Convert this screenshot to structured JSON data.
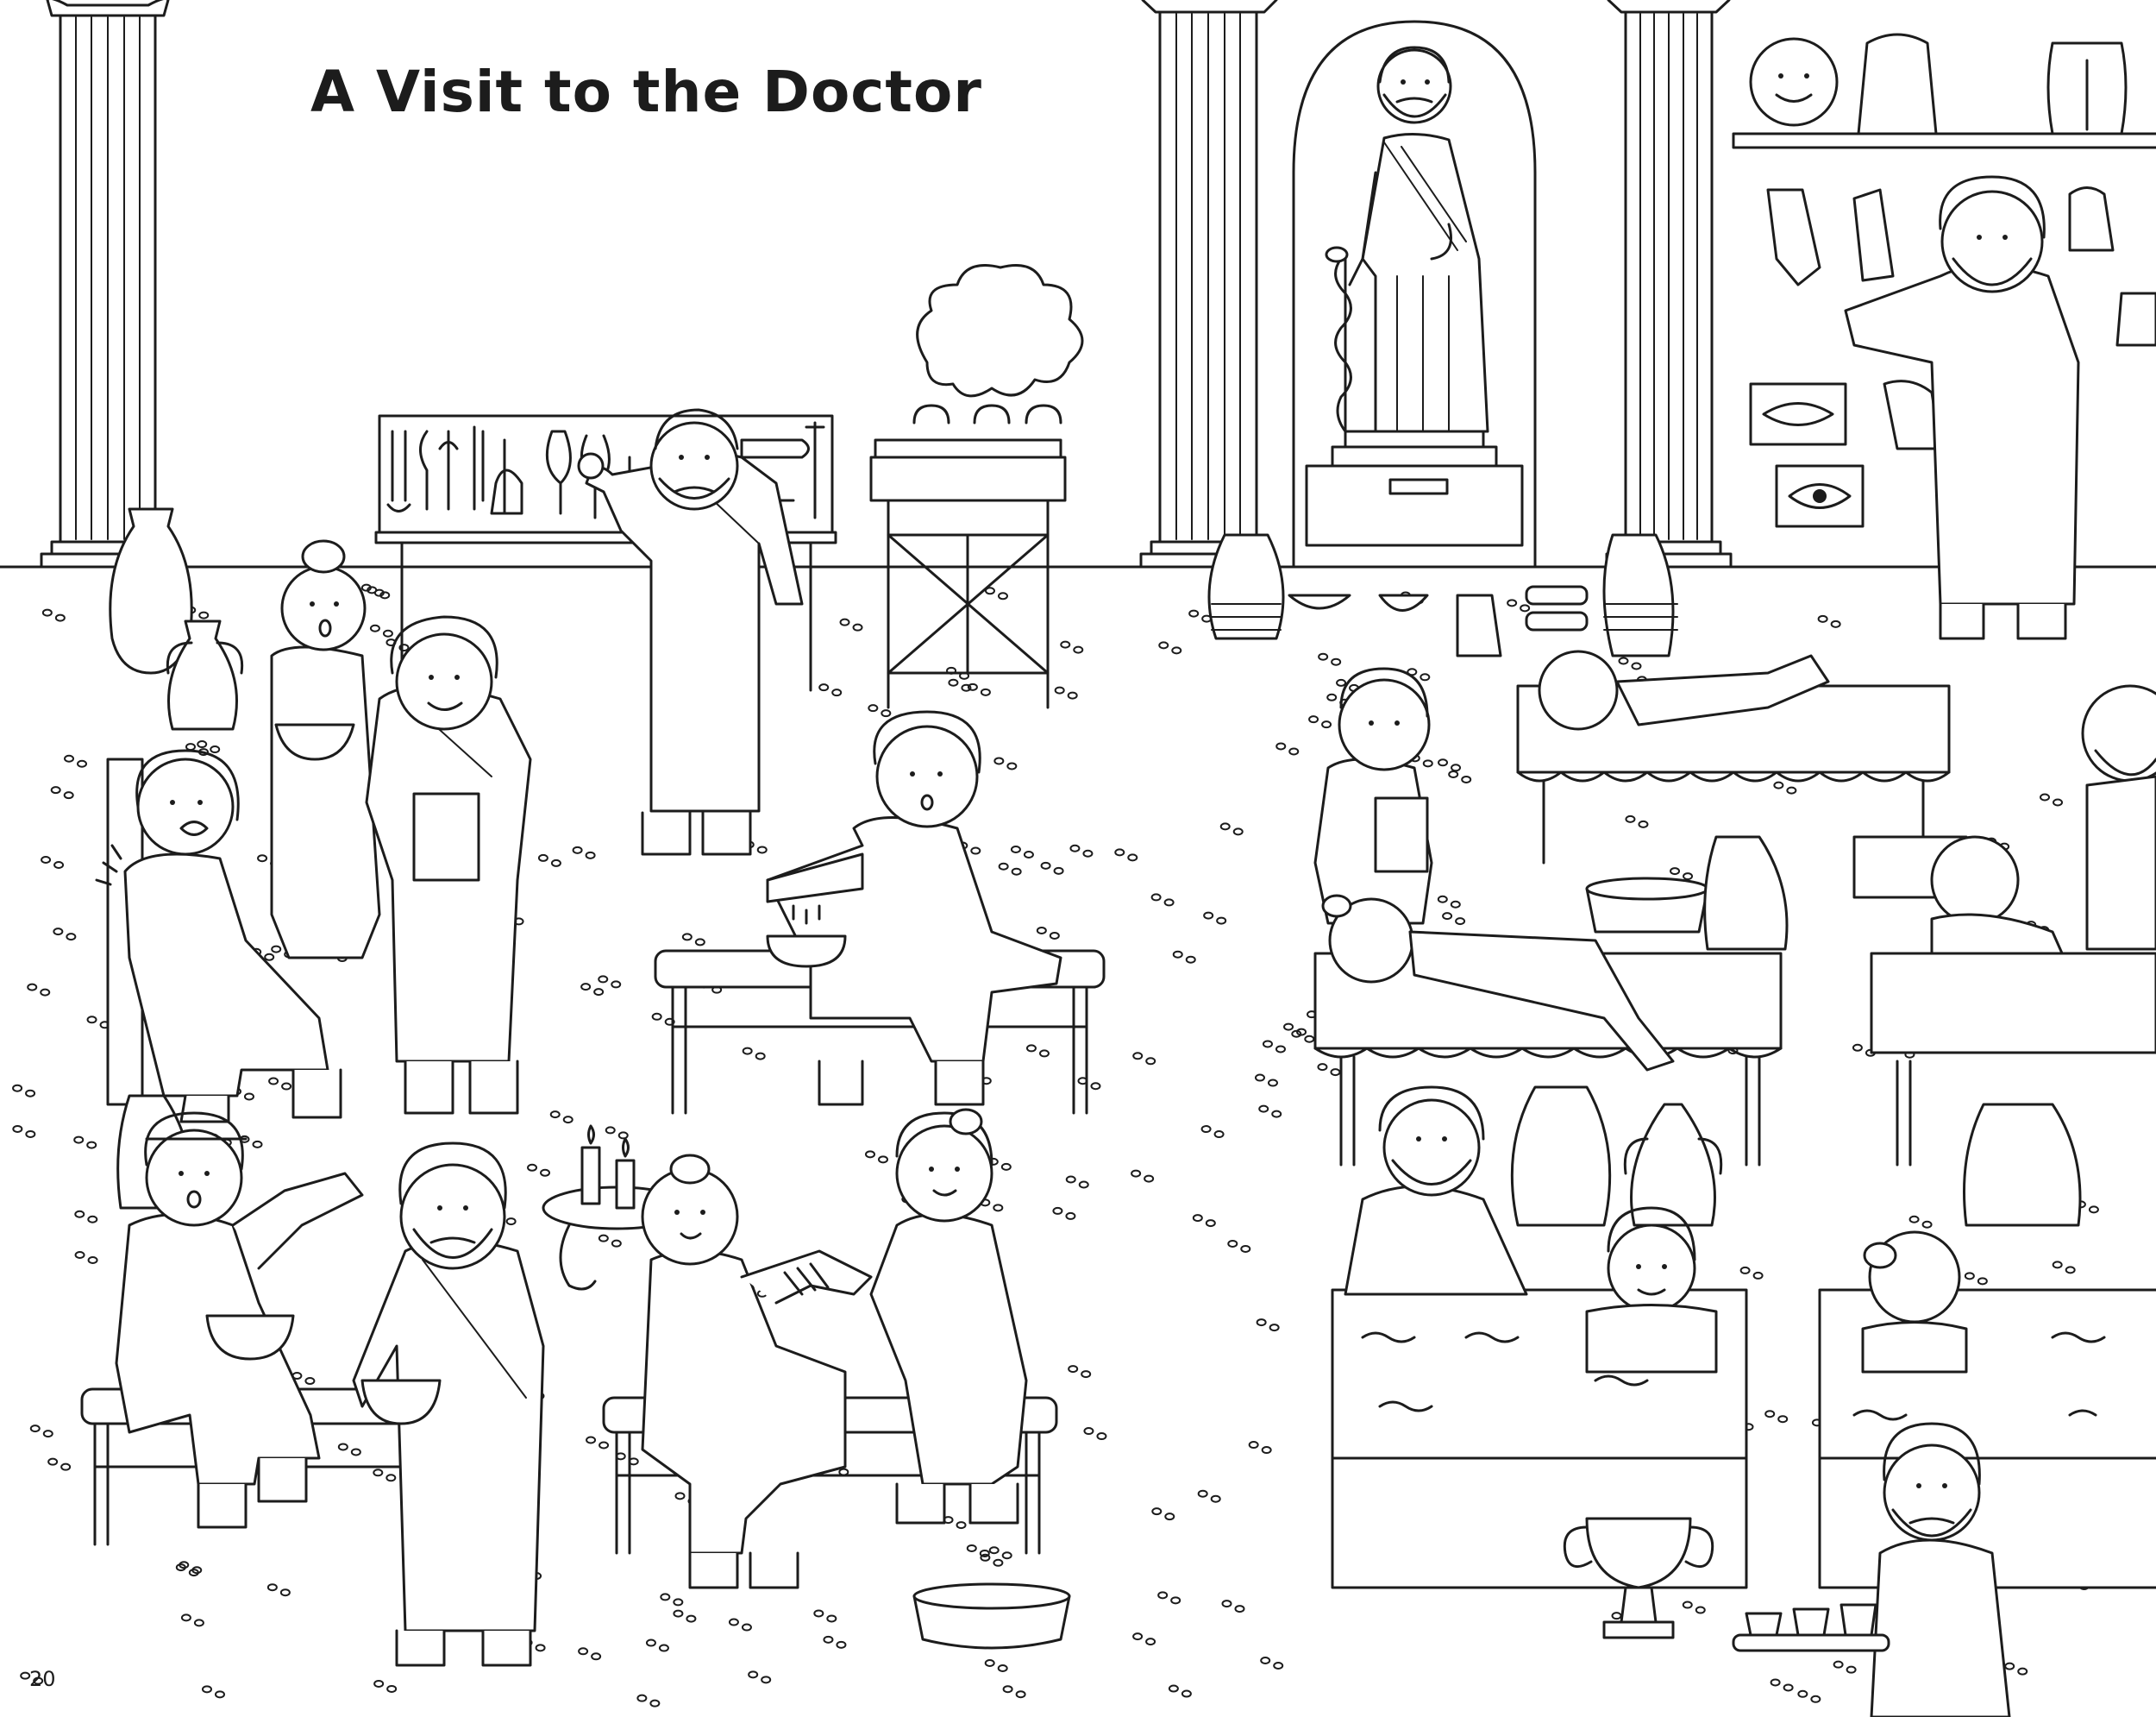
{
  "page": {
    "title": "A Visit to the Doctor",
    "page_number": "20"
  },
  "colors": {
    "ink": "#1c1c1c",
    "paper": "#ffffff"
  },
  "scene": {
    "style": "black-and-white coloring page line art"
  }
}
